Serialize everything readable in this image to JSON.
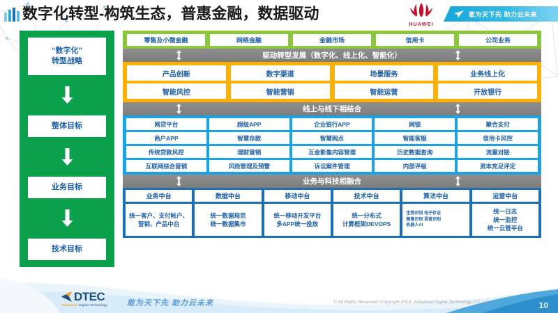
{
  "header": {
    "title": "数字化转型-构筑生态，普惠金融，数据驱动",
    "brand": "HUAWEI",
    "slogan": "敢为天下先 助力云未来",
    "icons": {
      "bars": "bar-chart-icon",
      "plane": "paper-plane-icon"
    }
  },
  "left_column": {
    "items": [
      {
        "label": "“数字化”\n转型战略"
      },
      {
        "label": "整体目标"
      },
      {
        "label": "业务目标"
      },
      {
        "label": "技术目标"
      }
    ],
    "arrow_icon": "down-arrow-icon",
    "color": "#0ba14c"
  },
  "top_band": {
    "color": "#8cc63e",
    "cells": [
      "零售及小微金融",
      "网络金融",
      "金融市场",
      "信用卡",
      "公司业务"
    ]
  },
  "sections": [
    {
      "bar_title": "驱动转型发展（数字化、线上化、智能化）",
      "color": "#fab005",
      "arrow_icon": "double-arrow-vertical-icon",
      "rows": [
        [
          "产品创新",
          "数字渠道",
          "场景服务",
          "业务线上化"
        ],
        [
          "智能风控",
          "智能营销",
          "智能运营",
          "开放银行"
        ]
      ]
    },
    {
      "bar_title": "线上与线下相结合",
      "color": "#1ca2e0",
      "arrow_icon": "double-arrow-vertical-icon",
      "rows": [
        [
          "网贷平台",
          "超级APP",
          "企业银行APP",
          "网银",
          "聚合支付"
        ],
        [
          "商户APP",
          "智慧存款",
          "智慧网点",
          "智能客服",
          "信用卡风控"
        ],
        [
          "传统贷款风控",
          "理财营销",
          "互金影像内容管理",
          "历史数据查询",
          "流量对接"
        ],
        [
          "互联网综合营销",
          "风险管理及预警",
          "诉讼案件管理",
          "内部评级",
          "资本充足评定"
        ]
      ]
    }
  ],
  "zhongtai": {
    "bar_title": "业务与科技相融合",
    "color": "#1b6fb5",
    "arrow_icon": "double-arrow-vertical-icon",
    "columns": [
      {
        "head": "业务中台",
        "body": "统一客户、支付帐户、营销、产品中台",
        "tiny": false
      },
      {
        "head": "数据中台",
        "body": "统一数据规范\n统一数据集市",
        "tiny": false
      },
      {
        "head": "移动中台",
        "body": "统一移动开发平台\n多APP统一投放",
        "tiny": false
      },
      {
        "head": "技术中台",
        "body": "统一分布式\n计算框架DEVOPS",
        "tiny": false
      },
      {
        "head": "算法中台",
        "body": "生物识别 电子存证\n图像识别 语音识别\n机器人AI",
        "tiny": true
      },
      {
        "head": "运营中台",
        "body": "统一日志\n统一监控\n统一云管平台",
        "tiny": false
      }
    ]
  },
  "footer": {
    "logo_text": "DTEC",
    "logo_tagline_bold": "Advanced",
    "logo_tagline_rest": " Digital Technology",
    "slogan": "敢为天下先   助力云未来",
    "copyright": "© All Rights Reserved. Copyright 2019, Advanced Digital Technology CO.,Ltd",
    "page_number": "10"
  }
}
